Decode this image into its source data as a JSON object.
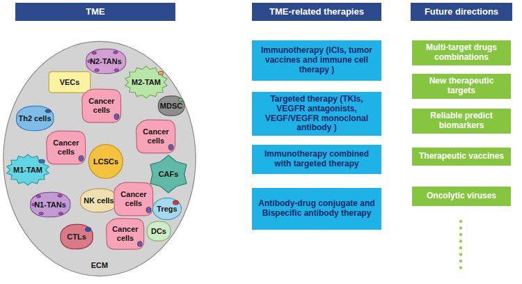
{
  "diagram": {
    "nodes": [
      {
        "text": [
          "TME"
        ]
      },
      {
        "text": [
          "ECM"
        ]
      },
      {
        "text": [
          "N2-TANs"
        ],
        "in": 1
      },
      {
        "text": [
          "VECs"
        ],
        "in": 1
      },
      {
        "text": [
          "M2-TAM"
        ],
        "in": 1
      },
      {
        "text": [
          "Cancer cells"
        ],
        "in": 1
      },
      {
        "text": [
          "Th2 cells"
        ],
        "in": 1
      },
      {
        "text": [
          "MDSC"
        ],
        "in": 1
      },
      {
        "text": [
          "Cancer cells"
        ],
        "in": 1
      },
      {
        "text": [
          "Cancer cells"
        ],
        "in": 1
      },
      {
        "text": [
          "LCSCs"
        ],
        "in": 1
      },
      {
        "text": [
          "CAFs"
        ],
        "in": 1
      },
      {
        "text": [
          "M1-TAM"
        ],
        "in": 1
      },
      {
        "text": [
          "NK cells"
        ],
        "in": 1
      },
      {
        "text": [
          "Cancer cells"
        ],
        "in": 1
      },
      {
        "text": [
          "Tregs"
        ],
        "in": 1
      },
      {
        "text": [
          "N1-TANs"
        ],
        "in": 1
      },
      {
        "text": [
          "CTLs"
        ],
        "in": 1
      },
      {
        "text": [
          "Cancer cells"
        ],
        "in": 1
      },
      {
        "text": [
          "DCs"
        ],
        "in": 1
      },
      {
        "text": [
          "TME-related therapies"
        ]
      },
      {
        "text": [
          "Immunotherapy (ICIs, tumor vaccines and immune cell therapy )"
        ]
      },
      {
        "text": [
          "Targeted therapy (TKIs, VEGFR antagonists, VEGF/VEGFR monoclonal antibody )"
        ]
      },
      {
        "text": [
          "Immunotherapy combined with targeted therapy"
        ]
      },
      {
        "text": [
          "Antibody-drug conjugate and Bispecific antibody therapy"
        ]
      },
      {
        "text": [
          "Future directions"
        ]
      },
      {
        "text": [
          "Multi-target drugs combinations"
        ]
      },
      {
        "text": [
          "New therapeutic targets"
        ]
      },
      {
        "text": [
          "Reliable predict biomarkers"
        ]
      },
      {
        "text": [
          "Therapeutic vaccines"
        ]
      },
      {
        "text": [
          "Oncolytic viruses"
        ]
      }
    ]
  }
}
